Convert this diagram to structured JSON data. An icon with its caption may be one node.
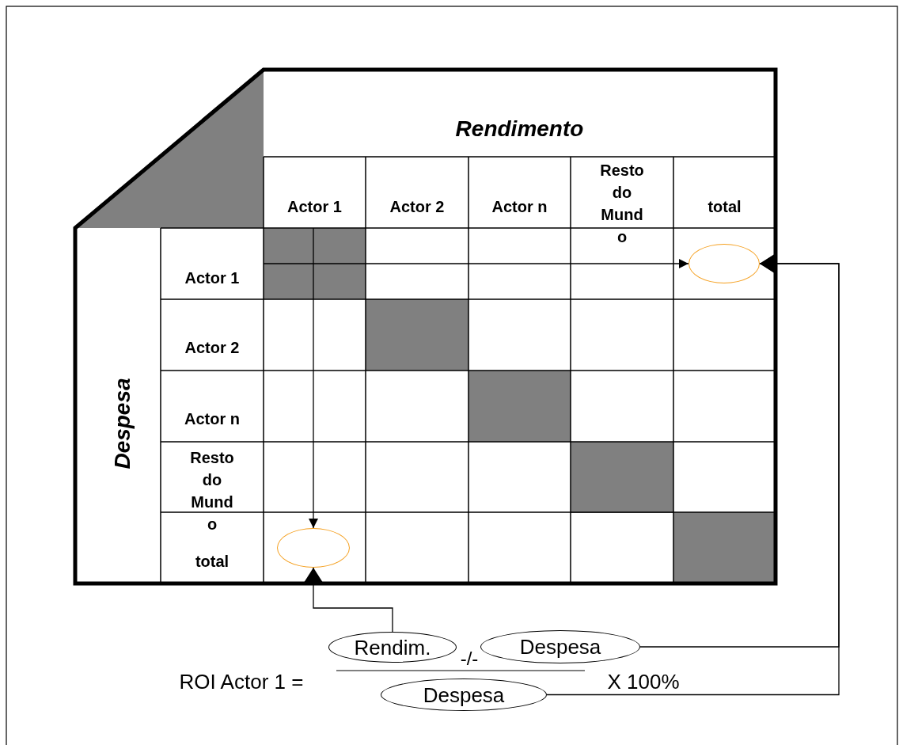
{
  "diagram": {
    "nodes": [
      {
        "text": [
          "Actor 1"
        ]
      },
      {
        "text": [
          "Actor 1"
        ]
      },
      {
        "text": [],
        "shape": "ellipse"
      },
      {
        "text": [],
        "shape": "ellipse"
      },
      {
        "text": [
          "Rendim."
        ]
      },
      {
        "text": [
          "Despesa"
        ]
      },
      {
        "text": [
          "Despesa"
        ]
      }
    ],
    "edges": [
      {
        "from": 0,
        "to": 3,
        "arrow": "to"
      },
      {
        "from": 1,
        "to": 2,
        "arrow": "to"
      },
      {
        "from": 4,
        "to": 3,
        "arrow": "to"
      },
      {
        "from": 5,
        "to": 2,
        "arrow": "to"
      },
      {
        "from": 6,
        "to": 2,
        "arrow": "to"
      }
    ],
    "labels": [
      "Rendimento",
      "Actor 2",
      "Actor n",
      "Resto do Mund o",
      "total",
      "Despesa",
      "Actor 2",
      "Actor n",
      "Resto do Mund o",
      "total",
      "ROI Actor 1 =",
      "-/-",
      "X 100%"
    ]
  }
}
